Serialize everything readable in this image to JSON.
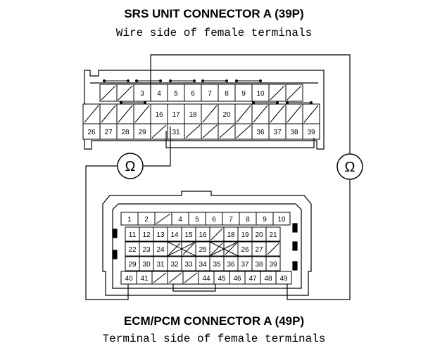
{
  "srs": {
    "title": "SRS UNIT CONNECTOR A (39P)",
    "subtitle": "Wire side of female terminals",
    "rows": [
      [
        "",
        "",
        "3",
        "4",
        "5",
        "6",
        "7",
        "8",
        "9",
        "10",
        "",
        ""
      ],
      [
        "",
        "",
        "",
        "",
        "16",
        "17",
        "18",
        "",
        "20",
        "",
        "",
        "",
        "",
        ""
      ],
      [
        "26",
        "27",
        "28",
        "29",
        "",
        "31",
        "",
        "",
        "",
        "",
        "36",
        "37",
        "38",
        "39"
      ]
    ]
  },
  "ecm": {
    "title": "ECM/PCM CONNECTOR A (49P)",
    "subtitle": "Terminal side of female terminals",
    "rows": [
      [
        "1",
        "2",
        "",
        "4",
        "5",
        "6",
        "7",
        "8",
        "9",
        "10"
      ],
      [
        "11",
        "12",
        "13",
        "14",
        "15",
        "16",
        "",
        "18",
        "19",
        "20",
        "21"
      ],
      [
        "22",
        "23",
        "24",
        "",
        "",
        "25",
        "",
        "",
        "26",
        "27",
        ""
      ],
      [
        "29",
        "30",
        "31",
        "32",
        "33",
        "34",
        "35",
        "36",
        "37",
        "38",
        "39"
      ],
      [
        "40",
        "41",
        "",
        "",
        "",
        "44",
        "45",
        "46",
        "47",
        "48",
        "49"
      ]
    ]
  },
  "meters": {
    "left_symbol": "Ω",
    "right_symbol": "Ω"
  }
}
